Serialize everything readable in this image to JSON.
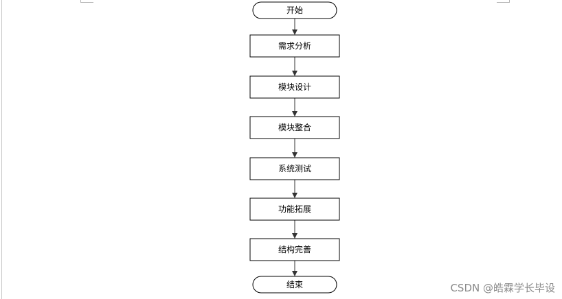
{
  "flowchart": {
    "nodes": [
      {
        "id": "start",
        "shape": "terminal",
        "label": "开始"
      },
      {
        "id": "requirements",
        "shape": "process",
        "label": "需求分析"
      },
      {
        "id": "module-design",
        "shape": "process",
        "label": "模块设计"
      },
      {
        "id": "module-integration",
        "shape": "process",
        "label": "模块整合"
      },
      {
        "id": "system-test",
        "shape": "process",
        "label": "系统测试"
      },
      {
        "id": "feature-extension",
        "shape": "process",
        "label": "功能拓展"
      },
      {
        "id": "structure-refine",
        "shape": "process",
        "label": "结构完善"
      },
      {
        "id": "end",
        "shape": "terminal",
        "label": "结束"
      }
    ],
    "edges": [
      {
        "from": "start",
        "to": "requirements"
      },
      {
        "from": "requirements",
        "to": "module-design"
      },
      {
        "from": "module-design",
        "to": "module-integration"
      },
      {
        "from": "module-integration",
        "to": "system-test"
      },
      {
        "from": "system-test",
        "to": "feature-extension"
      },
      {
        "from": "feature-extension",
        "to": "structure-refine"
      },
      {
        "from": "structure-refine",
        "to": "end"
      }
    ],
    "colors": {
      "stroke": "#000000",
      "fill": "#ffffff",
      "connector": "#333333"
    }
  },
  "watermark": {
    "text": "CSDN @皓霖学长毕设"
  }
}
